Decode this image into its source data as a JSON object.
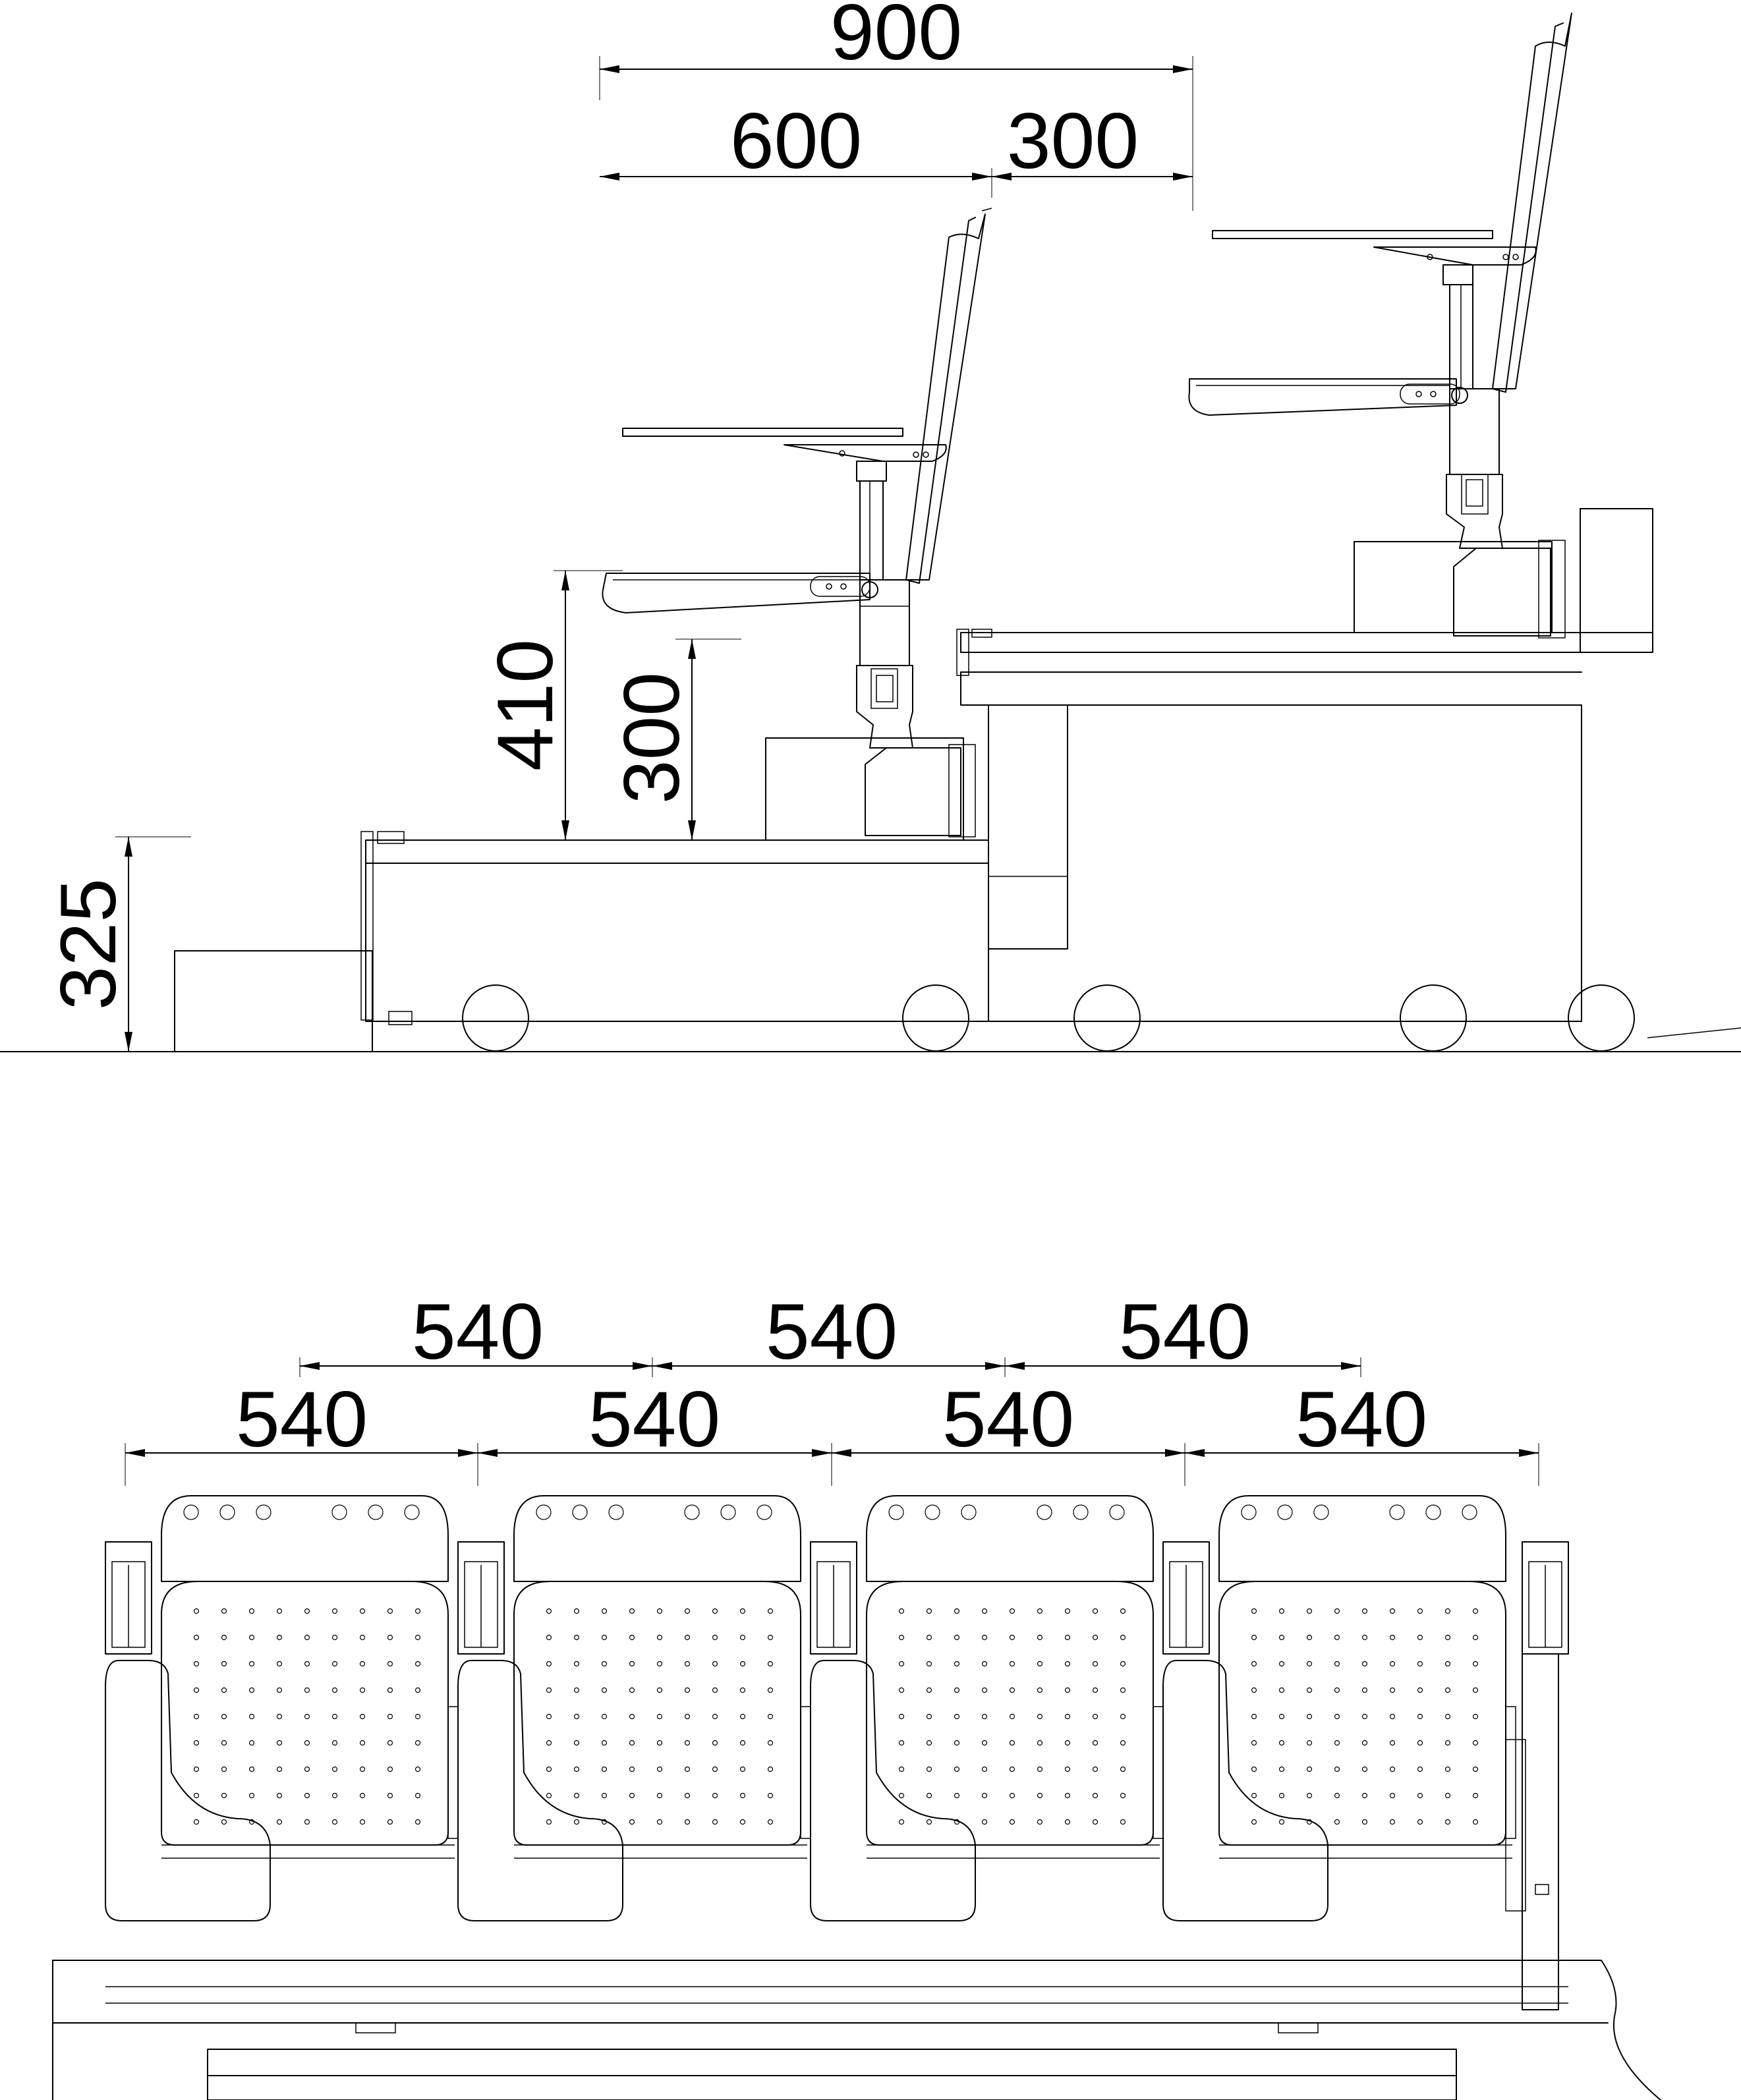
{
  "side_view": {
    "dimensions": {
      "total_depth": "900",
      "seat_depth": "600",
      "gap_depth": "300",
      "seat_height": "410",
      "floor_to_seat": "300",
      "step_height": "325"
    }
  },
  "front_view": {
    "pitch_labels_top": [
      "540",
      "540",
      "540"
    ],
    "pitch_labels_bottom": [
      "540",
      "540",
      "540",
      "540"
    ]
  }
}
